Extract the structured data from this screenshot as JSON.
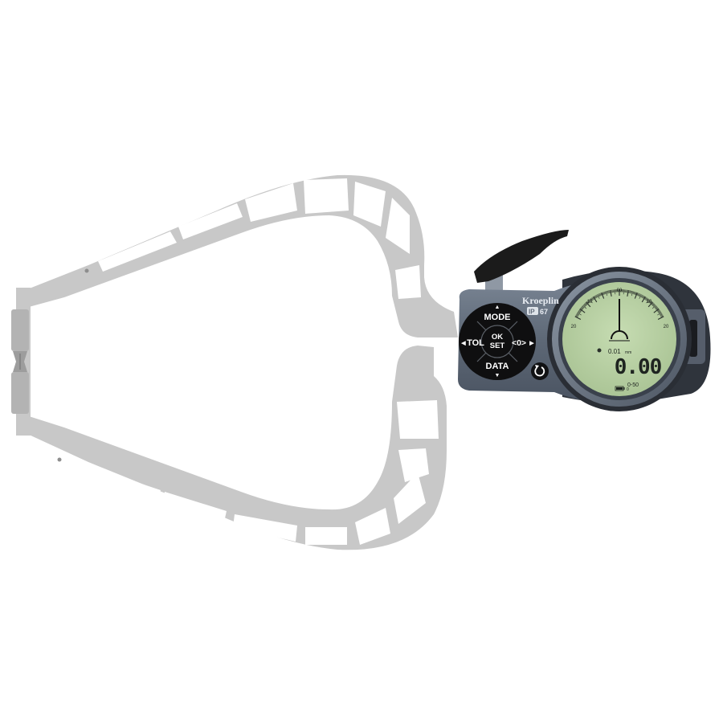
{
  "device": {
    "brand": "Kroeplin",
    "ip_rating": {
      "prefix": "IP",
      "value": "67"
    },
    "colors": {
      "frame": "#c7c7c7",
      "housing": "#5f6a78",
      "keypad": "#111111",
      "lcd": "#b9d3a2",
      "lever": "#1b1b1b"
    }
  },
  "keypad": {
    "mode": "MODE",
    "tol": "TOL",
    "ok": "OK",
    "set": "SET",
    "zero": "<0>",
    "data": "DATA",
    "arrows": {
      "up": "▲",
      "down": "▼",
      "left": "◀",
      "right": "▶"
    }
  },
  "icons": {
    "reset": "reset-icon",
    "needle": "analog-needle-icon",
    "battery": "battery-icon"
  },
  "display": {
    "reading": "0.00",
    "resolution": "0.01",
    "unit": "mm",
    "range": "0-50",
    "scale_labels": {
      "top": "00",
      "left": "10",
      "right": "10",
      "left_low": "20",
      "right_low": "20"
    },
    "small_indicator": "0"
  }
}
